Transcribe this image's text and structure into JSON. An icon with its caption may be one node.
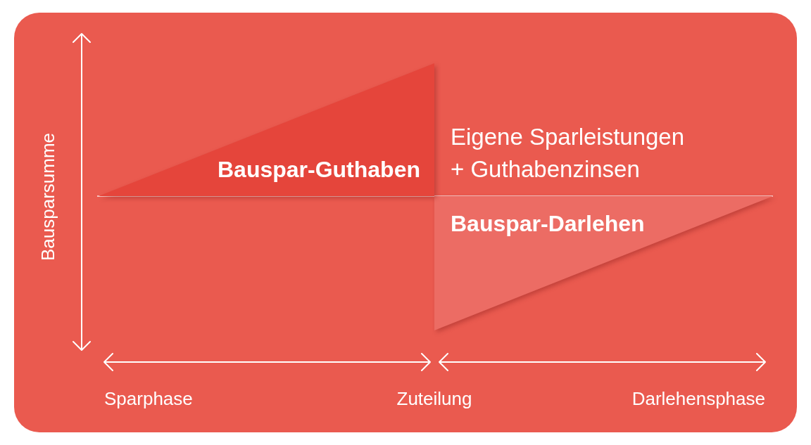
{
  "diagram": {
    "nodes": [
      {
        "text": [
          "Bauspar-Guthaben"
        ]
      },
      {
        "text": [
          "Bauspar-Darlehen"
        ]
      }
    ],
    "labels": [
      "Bausparsumme",
      "Eigene Sparleistungen + Guthabenzinsen",
      "Sparphase",
      "Zuteilung",
      "Darlehensphase"
    ]
  }
}
